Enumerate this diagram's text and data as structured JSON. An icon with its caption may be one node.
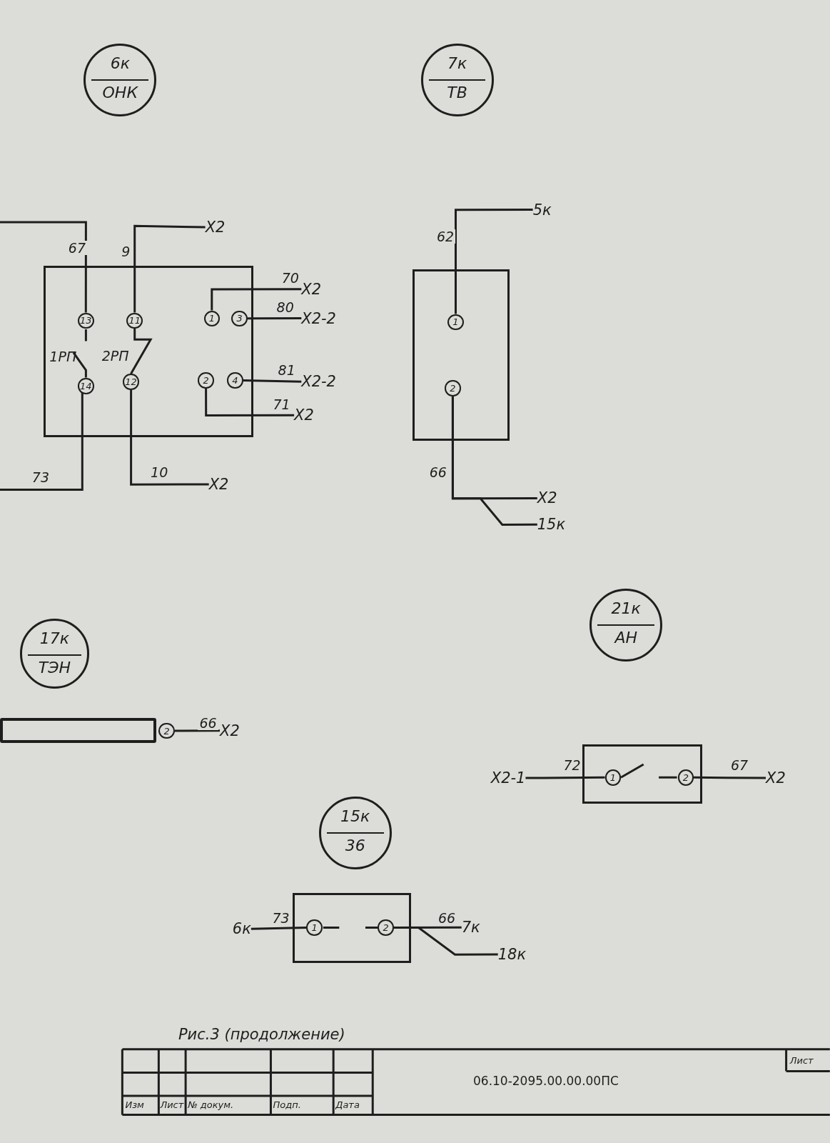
{
  "diagram": {
    "caption": "Рис.3 (продолжение)",
    "nodes": [
      {
        "text": [
          "6к",
          "ОНК"
        ]
      },
      {
        "text": [
          "7к",
          "ТВ"
        ]
      },
      {
        "text": [],
        "shape": "box"
      },
      {
        "text": [
          "13"
        ],
        "in": 2
      },
      {
        "text": [
          "11"
        ],
        "in": 2
      },
      {
        "text": [
          "1"
        ],
        "in": 2
      },
      {
        "text": [
          "3"
        ],
        "in": 2
      },
      {
        "text": [
          "14"
        ],
        "in": 2
      },
      {
        "text": [
          "12"
        ],
        "in": 2
      },
      {
        "text": [
          "2"
        ],
        "in": 2
      },
      {
        "text": [
          "4"
        ],
        "in": 2
      },
      {
        "text": [
          "Х2"
        ]
      },
      {
        "text": [
          "Х2"
        ]
      },
      {
        "text": [
          "Х2-2"
        ]
      },
      {
        "text": [
          "Х2-2"
        ]
      },
      {
        "text": [
          "Х2"
        ]
      },
      {
        "text": [
          "Х2"
        ]
      },
      {
        "text": [],
        "shape": "box"
      },
      {
        "text": [
          "1"
        ],
        "in": 17
      },
      {
        "text": [
          "2"
        ],
        "in": 17
      },
      {
        "text": [
          "5к"
        ]
      },
      {
        "text": [
          "Х2"
        ]
      },
      {
        "text": [
          "15к"
        ]
      },
      {
        "text": [
          "17к",
          "ТЭН"
        ]
      },
      {
        "text": [],
        "shape": "bar"
      },
      {
        "text": [
          "2"
        ]
      },
      {
        "text": [
          "Х2"
        ]
      },
      {
        "text": [
          "21к",
          "АН"
        ]
      },
      {
        "text": [],
        "shape": "box"
      },
      {
        "text": [
          "1"
        ],
        "in": 28
      },
      {
        "text": [
          "2"
        ],
        "in": 28
      },
      {
        "text": [
          "Х2-1"
        ]
      },
      {
        "text": [
          "Х2"
        ]
      },
      {
        "text": [
          "15к",
          "36"
        ]
      },
      {
        "text": [],
        "shape": "box"
      },
      {
        "text": [
          "1"
        ],
        "in": 34
      },
      {
        "text": [
          "2"
        ],
        "in": 34
      },
      {
        "text": [
          "6к"
        ]
      },
      {
        "text": [
          "7к"
        ]
      },
      {
        "text": [
          "18к"
        ]
      }
    ],
    "edges": [
      {
        "from": 3,
        "to": null,
        "arrow": "none",
        "label": "67"
      },
      {
        "from": 4,
        "to": 11,
        "arrow": "none",
        "label": "9"
      },
      {
        "from": 5,
        "to": 12,
        "arrow": "none",
        "label": "70"
      },
      {
        "from": 6,
        "to": 13,
        "arrow": "none",
        "label": "80"
      },
      {
        "from": 10,
        "to": 14,
        "arrow": "none",
        "label": "81"
      },
      {
        "from": 9,
        "to": 15,
        "arrow": "none",
        "label": "71"
      },
      {
        "from": 8,
        "to": 16,
        "arrow": "none",
        "label": "10"
      },
      {
        "from": 7,
        "to": null,
        "arrow": "none",
        "label": "73"
      },
      {
        "from": 18,
        "to": 20,
        "arrow": "none",
        "label": "62"
      },
      {
        "from": 19,
        "to": 21,
        "arrow": "none",
        "label": "66"
      },
      {
        "from": 19,
        "to": 22,
        "arrow": "none"
      },
      {
        "from": 25,
        "to": 26,
        "arrow": "none",
        "label": "66"
      },
      {
        "from": 31,
        "to": 29,
        "arrow": "none",
        "label": "72"
      },
      {
        "from": 30,
        "to": 32,
        "arrow": "none",
        "label": "67"
      },
      {
        "from": 37,
        "to": 35,
        "arrow": "none",
        "label": "73"
      },
      {
        "from": 36,
        "to": 38,
        "arrow": "none",
        "label": "66"
      },
      {
        "from": 36,
        "to": 39,
        "arrow": "none"
      },
      {
        "from": 4,
        "to": 8,
        "arrow": "none",
        "label": "2РП"
      }
    ],
    "labels": [
      "1РП",
      "Изм",
      "Лист",
      "№ докум.",
      "Подп.",
      "Дата",
      "06.10-2095.00.00.00ПС",
      "Лист"
    ]
  }
}
